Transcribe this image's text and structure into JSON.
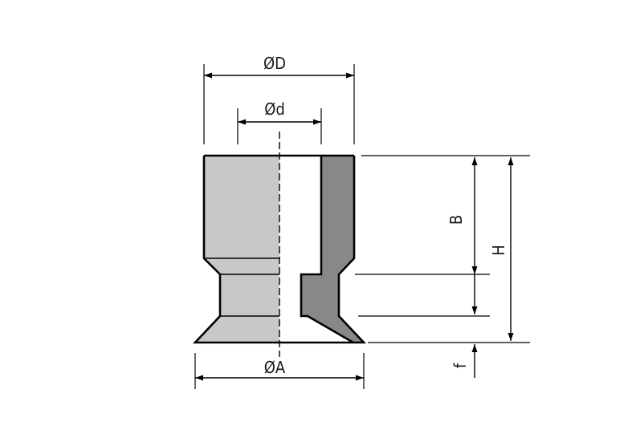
{
  "labels": {
    "outer_diameter": "ØD",
    "inner_diameter": "Ød",
    "base_diameter": "ØA",
    "height_b": "B",
    "height_h": "H",
    "offset_f": "f"
  },
  "colors": {
    "light_fill": "#c8c8c8",
    "dark_fill": "#888888",
    "line": "#000000",
    "background": "#ffffff"
  }
}
